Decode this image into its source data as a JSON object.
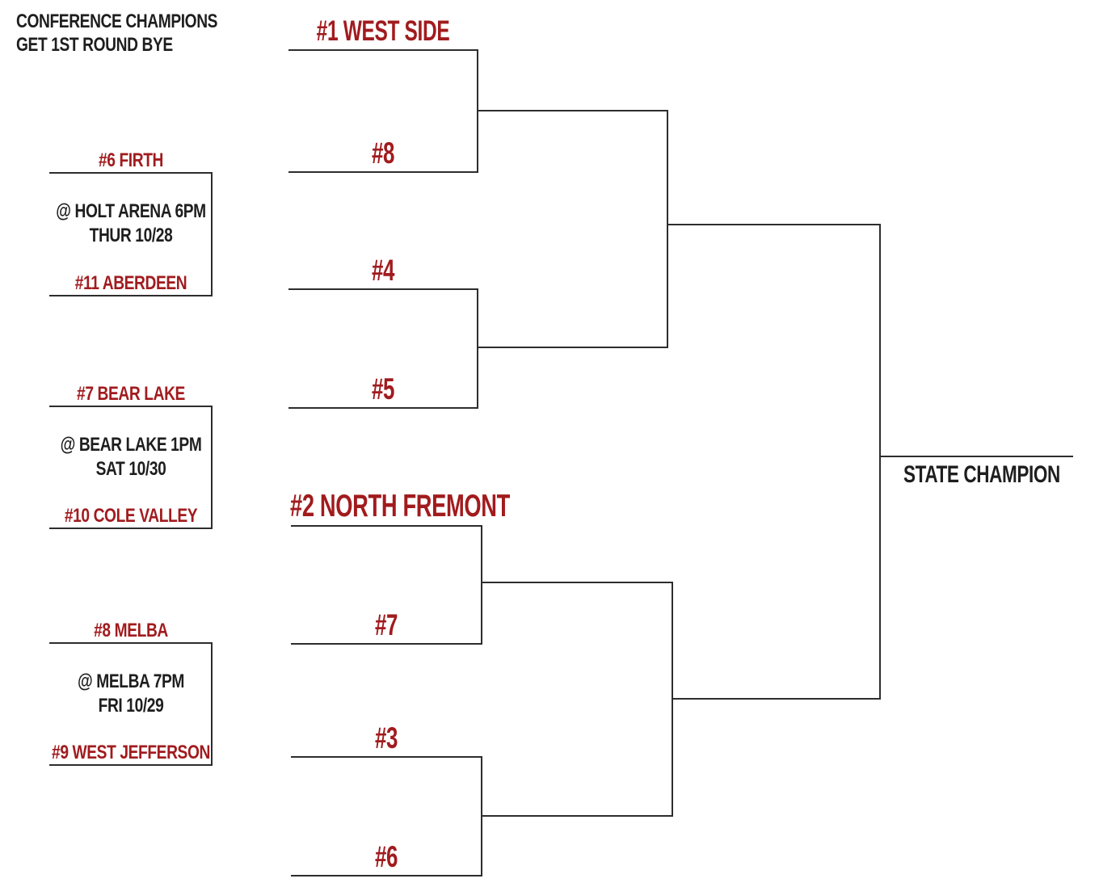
{
  "note": {
    "line1": "CONFERENCE CHAMPIONS",
    "line2": "GET 1ST ROUND BYE"
  },
  "colors": {
    "team_red": "#a11b1e",
    "text_black": "#1e1e1e",
    "line_dark": "#2d2d2d",
    "background": "#ffffff"
  },
  "play_in_games": [
    {
      "top_seed": "#6 FIRTH",
      "venue": "@ HOLT ARENA 6PM",
      "date": "THUR 10/28",
      "bottom_seed": "#11 ABERDEEN"
    },
    {
      "top_seed": "#7 BEAR LAKE",
      "venue": "@ BEAR LAKE 1PM",
      "date": "SAT 10/30",
      "bottom_seed": "#10 COLE VALLEY"
    },
    {
      "top_seed": "#8 MELBA",
      "venue": "@ MELBA 7PM",
      "date": "FRI 10/29",
      "bottom_seed": "#9 WEST JEFFERSON"
    }
  ],
  "quarterfinals": [
    {
      "top_label": "#1 WEST SIDE",
      "bottom_label": "#8"
    },
    {
      "top_label": "#4",
      "bottom_label": "#5"
    },
    {
      "top_label": "#2 NORTH FREMONT",
      "bottom_label": "#7"
    },
    {
      "top_label": "#3",
      "bottom_label": "#6"
    }
  ],
  "final": {
    "label": "STATE CHAMPION"
  }
}
